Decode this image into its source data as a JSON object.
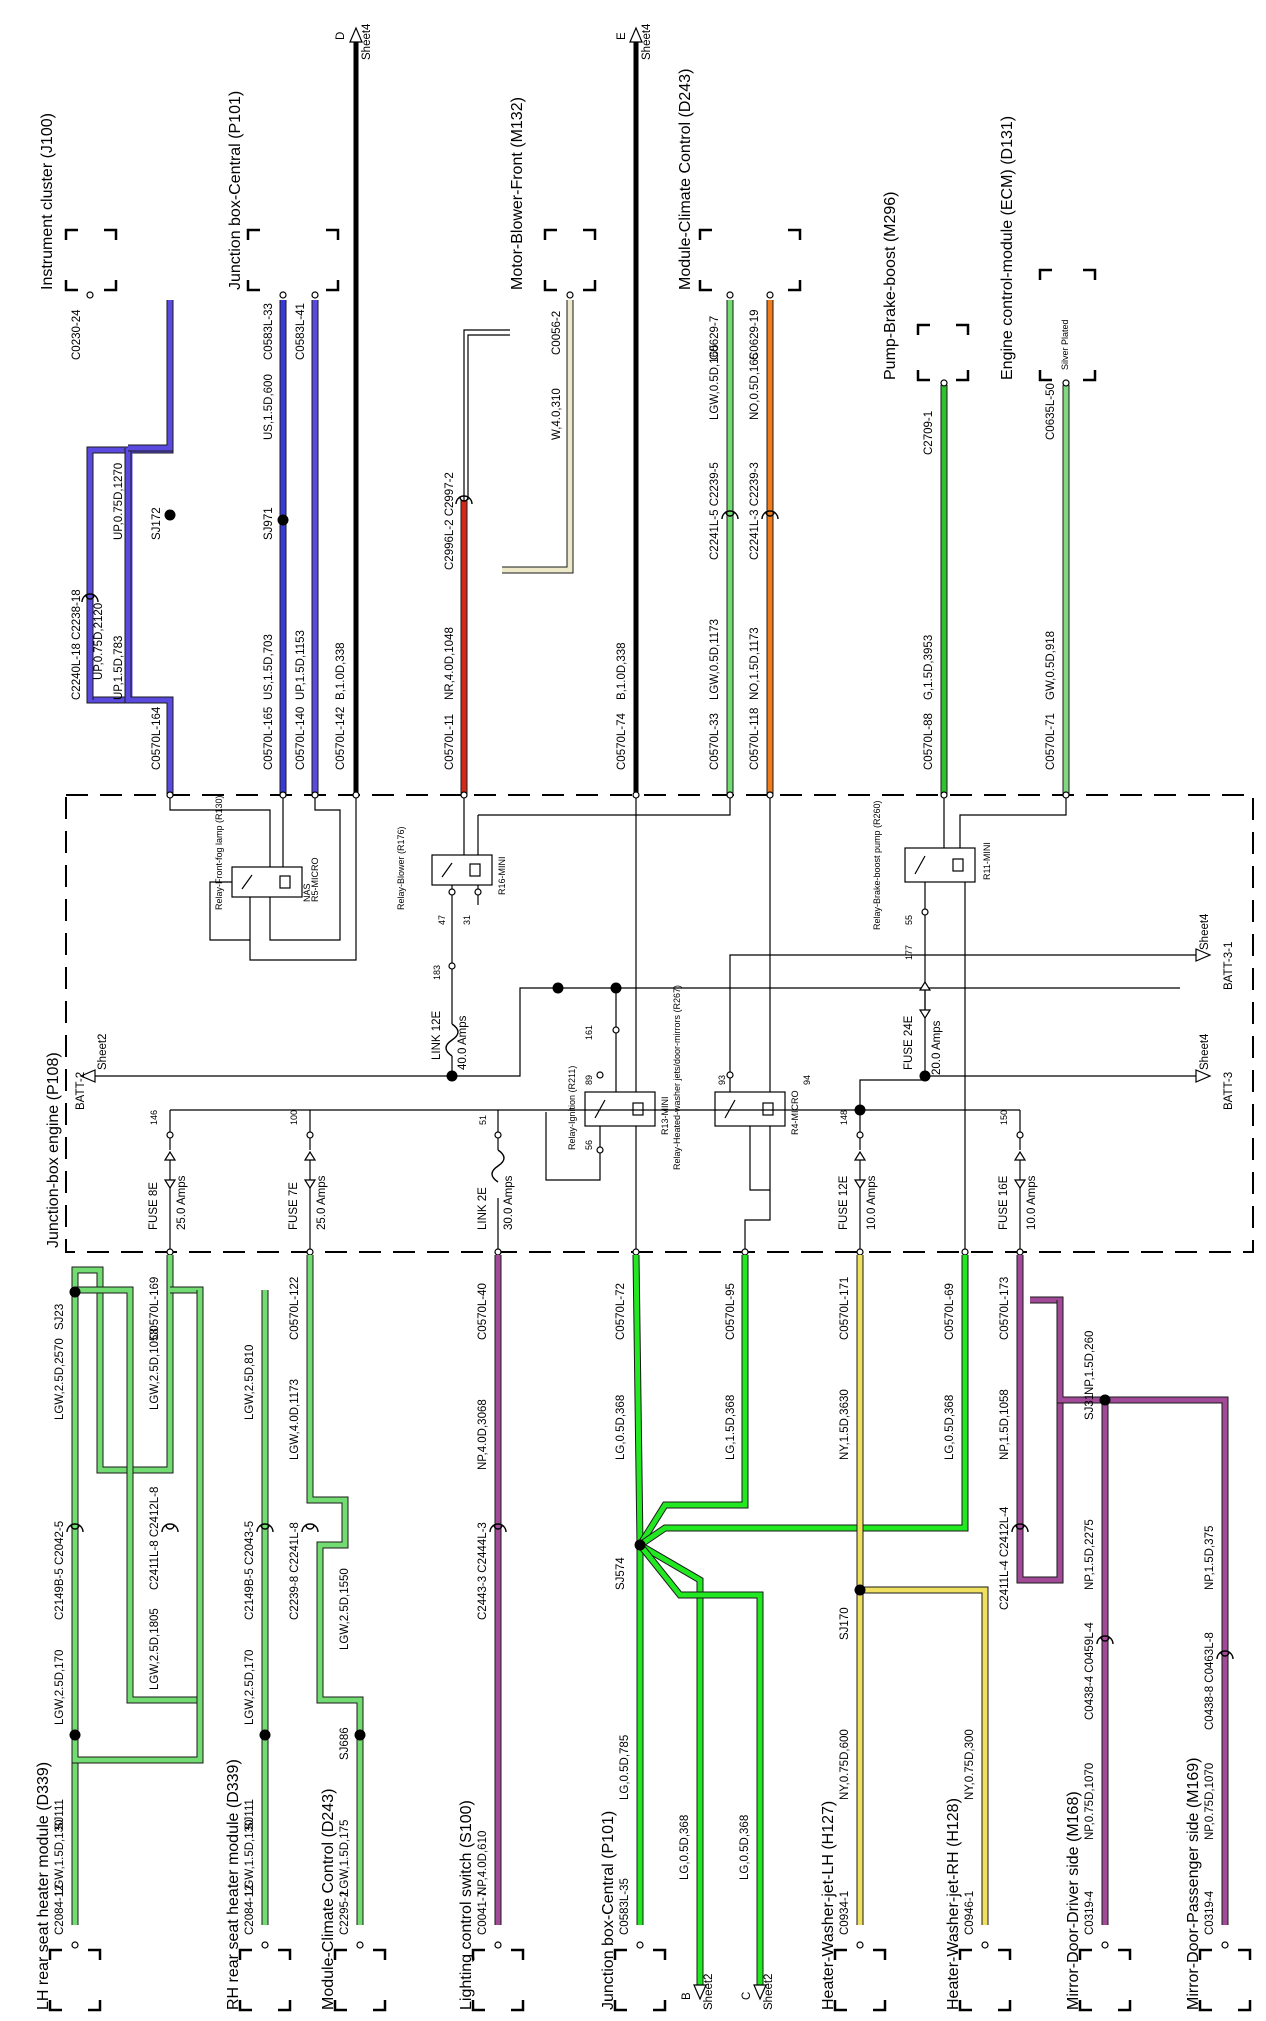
{
  "colors": {
    "LGW": "#72dc72",
    "LG": "#22e822",
    "G": "#2ec22e",
    "GW": "#82d882",
    "UP": "#5a4ae0",
    "US": "#3a3ad8",
    "B": "#000000",
    "NR": "#d42818",
    "NO": "#f07c1c",
    "NY": "#f0e060",
    "NP": "#a04a98",
    "W": "#ece8c8",
    "box_border": "#000000"
  },
  "junction_box": {
    "title": "Junction-box engine (P108)",
    "batt2": {
      "id": "BATT-2",
      "sheet": "Sheet2"
    },
    "batt31": {
      "id": "BATT-3-1",
      "sheet": "Sheet4"
    },
    "batt3": {
      "id": "BATT-3",
      "sheet": "Sheet4"
    },
    "link12e": {
      "name": "LINK 12E",
      "rating": "40.0 Amps",
      "pin": "183"
    },
    "link2e": {
      "name": "LINK 2E",
      "rating": "30.0 Amps",
      "pin": "51"
    },
    "fuse8e": {
      "name": "FUSE 8E",
      "rating": "25.0 Amps",
      "pin": "146"
    },
    "fuse7e": {
      "name": "FUSE 7E",
      "rating": "25.0 Amps",
      "pin": "100"
    },
    "fuse12e": {
      "name": "FUSE 12E",
      "rating": "10.0 Amps",
      "pin": "148"
    },
    "fuse16e": {
      "name": "FUSE 16E",
      "rating": "10.0 Amps",
      "pin": "150"
    },
    "fuse24e": {
      "name": "FUSE 24E",
      "rating": "20.0 Amps",
      "pin": "177"
    },
    "relay_fog": {
      "name": "Relay-Front-fog lamp (R130)",
      "type": "R5-MICRO",
      "sub": "NAS"
    },
    "relay_blower": {
      "name": "Relay-Blower (R176)",
      "type": "R16-MINI",
      "pin_a": "47",
      "pin_b": "31"
    },
    "relay_ign": {
      "name": "Relay-Ignition (R211)",
      "type": "R13-MINI",
      "pin_a": "89",
      "pin_b": "56",
      "pin_c": "161"
    },
    "relay_washer": {
      "name": "Relay-Heated-washer jets/door-mirrors (R267)",
      "type": "R4-MICRO",
      "pin_a": "93",
      "pin_b": "94"
    },
    "relay_brake": {
      "name": "Relay-Brake-boost pump (R260)",
      "type": "R11-MINI",
      "pin_a": "55"
    }
  },
  "top_components": {
    "instrument": {
      "name": "Instrument cluster (J100)",
      "conn": "C0230-24"
    },
    "jb_central": {
      "name": "Junction box-Central (P101)",
      "conn1": "C0583L-33",
      "conn2": "C0583L-41"
    },
    "motor_blower": {
      "name": "Motor-Blower-Front (M132)",
      "conn": "C0056-2"
    },
    "climate": {
      "name": "Module-Climate Control (D243)",
      "conn1": "C0629-7",
      "conn2": "C0629-19"
    },
    "brake_pump": {
      "name": "Pump-Brake-boost (M296)",
      "conn": "C2709-1"
    },
    "ecm": {
      "name": "Engine control-module (ECM) (D131)",
      "conn": "C0635L-50",
      "note": "Silver Plated"
    }
  },
  "top_wires": {
    "c164": {
      "pin": "C0570L-164",
      "w1": "UP,0.75D,2120",
      "w2": "UP,1.5D,783",
      "w3": "UP,0.75D,1270",
      "inline": "C2240L-18 C2238-18",
      "splice": "SJ172"
    },
    "c165": {
      "pin": "C0570L-165",
      "w1": "US,1.5D,703",
      "w2": "US,1.5D,600",
      "splice": "SJ971"
    },
    "c140": {
      "pin": "C0570L-140",
      "w1": "UP,1.5D,1153"
    },
    "c142": {
      "pin": "C0570L-142",
      "w1": "B,1.0D,338",
      "sheet": "Sheet4",
      "letter": "D"
    },
    "c11": {
      "pin": "C0570L-11",
      "w1": "NR,4.0D,1048",
      "inline": "C2996L-2 C2997-2",
      "w2": "W,4.0,310"
    },
    "c74": {
      "pin": "C0570L-74",
      "w1": "B,1.0D,338",
      "sheet": "Sheet4",
      "letter": "E"
    },
    "c33": {
      "pin": "C0570L-33",
      "w1": "LGW,0.5D,1173",
      "inline": "C2241L-5 C2239-5",
      "w2": "LGW,0.5D,165"
    },
    "c118": {
      "pin": "C0570L-118",
      "w1": "NO,1.5D,1173",
      "inline": "C2241L-3 C2239-3",
      "w2": "NO,0.5D,165"
    },
    "c88": {
      "pin": "C0570L-88",
      "w1": "G,1.5D,3953"
    },
    "c71": {
      "pin": "C0570L-71",
      "w1": "GW,0.5D,918"
    }
  },
  "bottom_wires": {
    "c169": {
      "pin": "C0570L-169",
      "splice": "SJ23"
    },
    "c122": {
      "pin": "C0570L-122"
    },
    "c40": {
      "pin": "C0570L-40",
      "w1": "NP,4.0D,3068",
      "inline": "C2443-3 C2444L-3",
      "w2": "NP,4.0D,610"
    },
    "c72": {
      "pin": "C0570L-72",
      "w1": "LG,0.5D,368",
      "splice": "SJ574"
    },
    "c95": {
      "pin": "C0570L-95",
      "w1": "LG,1.5D,368"
    },
    "c171": {
      "pin": "C0570L-171",
      "w1": "NY,1.5D,3630",
      "splice": "SJ170"
    },
    "c69": {
      "pin": "C0570L-69",
      "w1": "LG,0.5D,368"
    },
    "c173": {
      "pin": "C0570L-173",
      "w1": "NP,1.5D,1058",
      "w2": "NP,1.5D,260",
      "splice": "SJ31",
      "inline": "C2411L-4 C2412L-4"
    }
  },
  "lh_seat": {
    "w1": "LGW,2.5D,2570",
    "w2": "LGW,2.5D,1058",
    "w3": "LGW,2.5D,170",
    "w4": "LGW,2.5D,1805",
    "w5": "LGW,1.5D,130",
    "inline1": "C2149B-5 C2042-5",
    "inline2": "C2411L-8 C2412L-8",
    "splice": "SJ111"
  },
  "rh_seat": {
    "w1": "LGW,2.5D,810",
    "w2": "LGW,2.5D,170",
    "w3": "LGW,1.5D,130",
    "inline1": "C2149B-5 C2043-5",
    "splice": "SJ111"
  },
  "climate_bottom": {
    "w1": "LGW,4.0D,1173",
    "w2": "LGW,2.5D,1550",
    "w3": "LGW,1.5D,175",
    "inline": "C2239-8 C2241L-8",
    "splice": "SJ686"
  },
  "mirror_drv": {
    "w1": "NP,1.5D,2275",
    "w2": "NP,0.75D,1070",
    "inline": "C0438-4 C0459L-4"
  },
  "mirror_pass": {
    "w1": "NP,1.5D,375",
    "w2": "NP,0.75D,1070",
    "inline": "C0438-8 C0463L-8"
  },
  "bottom_components": [
    {
      "name": "LH rear seat heater module (D339)",
      "conn": "C2084-12"
    },
    {
      "name": "RH rear seat heater module (D339)",
      "conn": "C2084-12"
    },
    {
      "name": "Module-Climate Control (D243)",
      "conn": "C2295-2"
    },
    {
      "name": "Lighting control switch (S100)",
      "conn": "C0041-7"
    },
    {
      "name": "Junction box-Central (P101)",
      "conn": "C0583L-35",
      "wire": "LG,0.5D,785"
    },
    {
      "name": "Heater-Washer-jet-LH (H127)",
      "conn": "C0934-1",
      "wire": "NY,0.75D,600"
    },
    {
      "name": "Heater-Washer-jet-RH (H128)",
      "conn": "C0946-1",
      "wire": "NY,0.75D,300"
    },
    {
      "name": "Mirror-Door-Driver side (M168)",
      "conn": "C0319-4"
    },
    {
      "name": "Mirror-Door-Passenger side (M169)",
      "conn": "C0319-4"
    }
  ],
  "offsheet_bottom": [
    {
      "letter": "B",
      "sheet": "Sheet2",
      "wire": "LG,0.5D,368"
    },
    {
      "letter": "C",
      "sheet": "Sheet2",
      "wire": "LG,0.5D,368"
    }
  ]
}
